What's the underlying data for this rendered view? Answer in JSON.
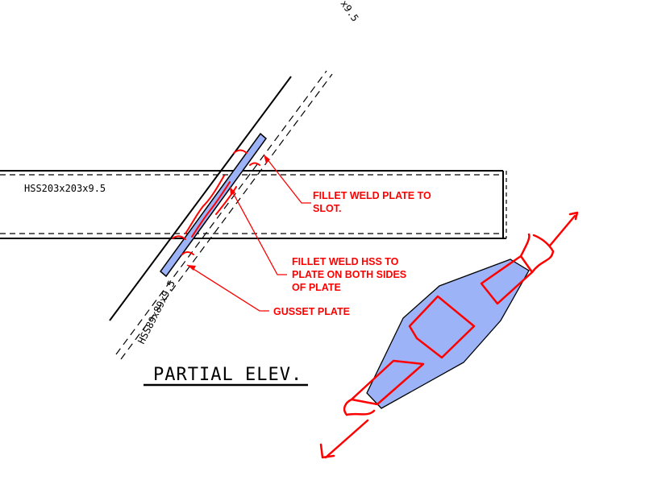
{
  "drawing": {
    "view_title": "PARTIAL ELEV.",
    "members": {
      "beam_label": "HSS203x203x9.5",
      "brace_label": "HSS89x89x9.5",
      "top_cut_label": "x9.5"
    },
    "callouts": {
      "weld_plate_slot_line1": "FILLET WELD PLATE TO",
      "weld_plate_slot_line2": "SLOT.",
      "weld_hss_line1": "FILLET WELD HSS TO",
      "weld_hss_line2": "PLATE ON BOTH SIDES",
      "weld_hss_line3": "OF PLATE",
      "gusset": "GUSSET PLATE"
    },
    "colors": {
      "ink": "#000000",
      "markup_red": "#ff0000",
      "plate_fill": "#9db3f7"
    }
  }
}
